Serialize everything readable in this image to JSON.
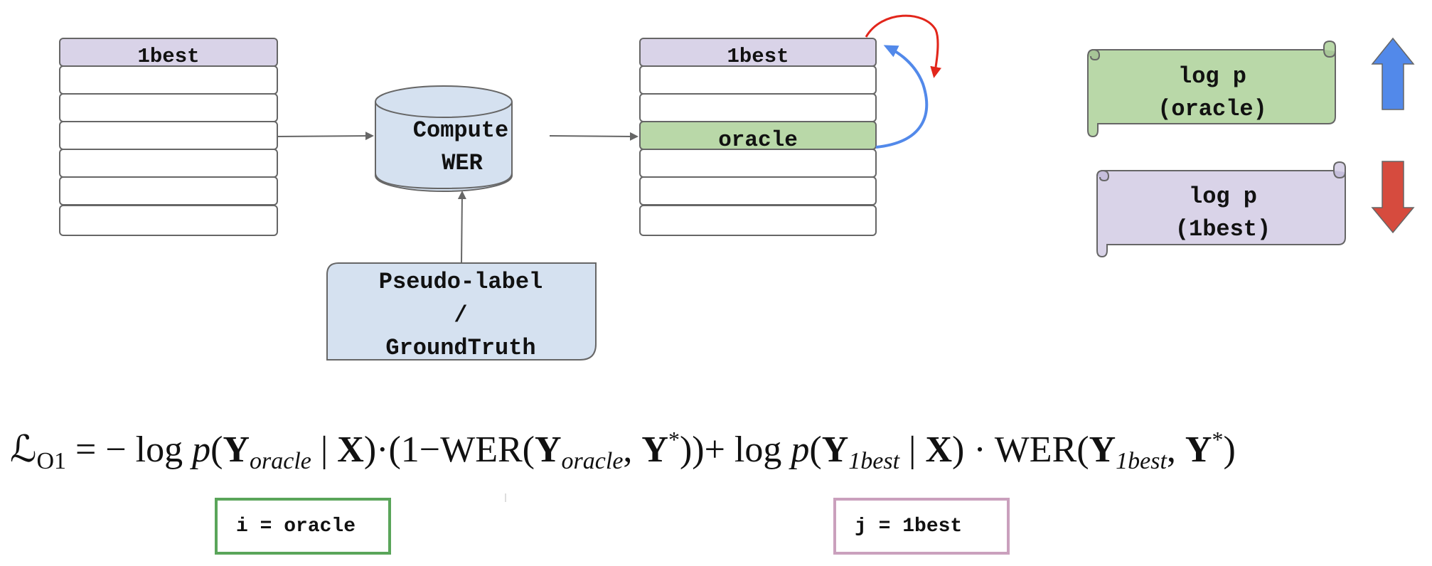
{
  "left_list": {
    "header": "1best"
  },
  "compute_db": {
    "line1": "Compute",
    "line2": "WER"
  },
  "pseudo_label": {
    "line1": "Pseudo-label",
    "line2": "/",
    "line3": "GroundTruth"
  },
  "right_list": {
    "header": "1best",
    "highlight": "oracle"
  },
  "scroll_oracle": {
    "line1": "log p",
    "line2": "(oracle)"
  },
  "scroll_1best": {
    "line1": "log p",
    "line2": "(1best)"
  },
  "formula": {
    "lhs_symbol": "ℒ",
    "lhs_sub": "O1",
    "eq": " = − log ",
    "p": "p",
    "open": "(",
    "Y": "Y",
    "sub_oracle": "oracle",
    "given": " | ",
    "X": "X",
    "close_dot": ")·(1−WER(",
    "comma": ", ",
    "star": "*",
    "close2": "))+  log ",
    "sub_1best": "1best",
    "dot_wer": ") · WER(",
    "close3": ")"
  },
  "label_i": "i = oracle",
  "label_j": "j = 1best",
  "colors": {
    "header_purple": "#d9d3e8",
    "oracle_green": "#b9d8a8",
    "db_blue": "#d5e1f0",
    "arrow_blue": "#5289ea",
    "arrow_red": "#d64b3e",
    "curve_red": "#e2261b",
    "border_gray": "#666666"
  }
}
